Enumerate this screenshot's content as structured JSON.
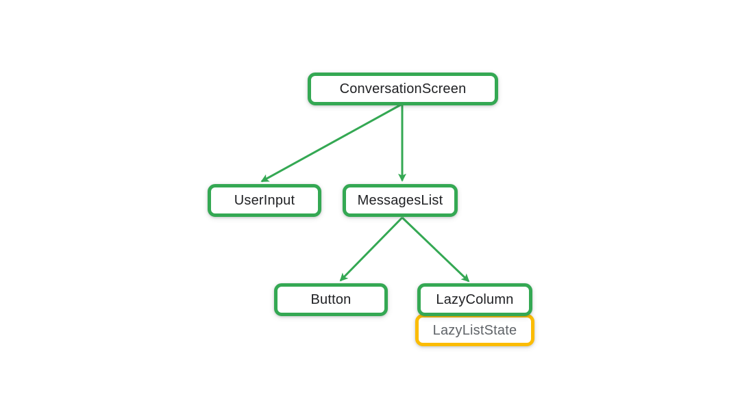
{
  "diagram": {
    "type": "component-tree",
    "nodes": {
      "conversation_screen": {
        "label": "ConversationScreen",
        "border": "green",
        "text_style": "dark"
      },
      "user_input": {
        "label": "UserInput",
        "border": "green",
        "text_style": "dark"
      },
      "messages_list": {
        "label": "MessagesList",
        "border": "green",
        "text_style": "dark"
      },
      "button": {
        "label": "Button",
        "border": "green",
        "text_style": "dark"
      },
      "lazy_column": {
        "label": "LazyColumn",
        "border": "green",
        "text_style": "dark"
      },
      "lazy_list_state": {
        "label": "LazyListState",
        "border": "yellow",
        "text_style": "gray"
      }
    },
    "edges": [
      {
        "from": "ConversationScreen",
        "to": "UserInput"
      },
      {
        "from": "ConversationScreen",
        "to": "MessagesList"
      },
      {
        "from": "MessagesList",
        "to": "Button"
      },
      {
        "from": "MessagesList",
        "to": "LazyColumn"
      }
    ],
    "colors": {
      "edge-green": "#34A853",
      "border-green": "#34A853",
      "border-yellow": "#FBBC04",
      "text-dark": "#202124",
      "text-gray": "#5F6368",
      "page-bg": "#ffffff"
    }
  }
}
